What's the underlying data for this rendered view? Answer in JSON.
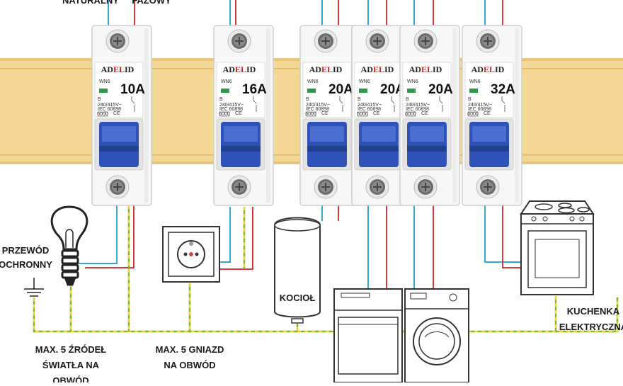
{
  "labels": {
    "neutral_wire": "NATURALNY",
    "phase_wire": "FAZOWY",
    "protective_wire_line1": "PRZEWÓD",
    "protective_wire_line2": "OCHRONNY",
    "lights_line1": "MAX. 5 ŹRÓDEŁ",
    "lights_line2": "ŚWIATŁA NA",
    "lights_line3": "OBWÓD",
    "sockets_line1": "MAX. 5 GNIAZD",
    "sockets_line2": "NA OBWÓD",
    "boiler": "KOCIOŁ",
    "stove_line1": "KUCHENKA",
    "stove_line2": "ELEKTRYCZNA"
  },
  "breakers": [
    {
      "brand_a": "AD",
      "brand_b": "EL",
      "brand_c": "ID",
      "model": "WN6",
      "curve": "B",
      "rating": "10A",
      "voltage": "240/415V~",
      "standard": "IEC 60898",
      "code": "6000"
    },
    {
      "brand_a": "AD",
      "brand_b": "EL",
      "brand_c": "ID",
      "model": "WN6",
      "curve": "B",
      "rating": "16A",
      "voltage": "240/415V~",
      "standard": "IEC 60898",
      "code": "6000"
    },
    {
      "brand_a": "AD",
      "brand_b": "EL",
      "brand_c": "ID",
      "model": "WN6",
      "curve": "B",
      "rating": "20A",
      "voltage": "240/415V~",
      "standard": "IEC 60898",
      "code": "6000"
    },
    {
      "brand_a": "AD",
      "brand_b": "EL",
      "brand_c": "ID",
      "model": "WN6",
      "curve": "B",
      "rating": "20A",
      "voltage": "240/415V~",
      "standard": "IEC 60898",
      "code": "6000"
    },
    {
      "brand_a": "AD",
      "brand_b": "EL",
      "brand_c": "ID",
      "model": "WN6",
      "curve": "B",
      "rating": "20A",
      "voltage": "240/415V~",
      "standard": "IEC 60898",
      "code": "6000"
    },
    {
      "brand_a": "AD",
      "brand_b": "EL",
      "brand_c": "ID",
      "model": "WN6",
      "curve": "B",
      "rating": "32A",
      "voltage": "240/415V~",
      "standard": "IEC 60898",
      "code": "6000"
    }
  ],
  "colors": {
    "rail": "#f3d794",
    "neutral": "#3aa6d6",
    "phase": "#d8383a",
    "earth_green": "#78b83c",
    "earth_yellow": "#f0d43a",
    "toggle": "#2f52b8",
    "brand_red": "#cc2020",
    "indicator": "#2f9b4a"
  },
  "icons": [
    "light-bulb-icon",
    "wall-socket-icon",
    "boiler-icon",
    "dishwasher-icon",
    "washing-machine-icon",
    "electric-stove-icon",
    "ground-symbol-icon"
  ]
}
